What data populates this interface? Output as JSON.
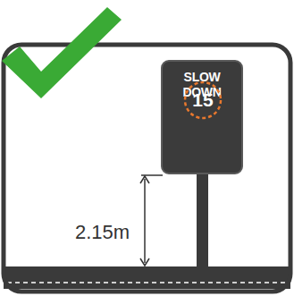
{
  "diagram": {
    "nodes": [
      {
        "text": [
          "SLOW DOWN"
        ]
      },
      {
        "text": [
          "15"
        ],
        "in": 0
      }
    ],
    "labels": [
      "2.15m"
    ]
  }
}
